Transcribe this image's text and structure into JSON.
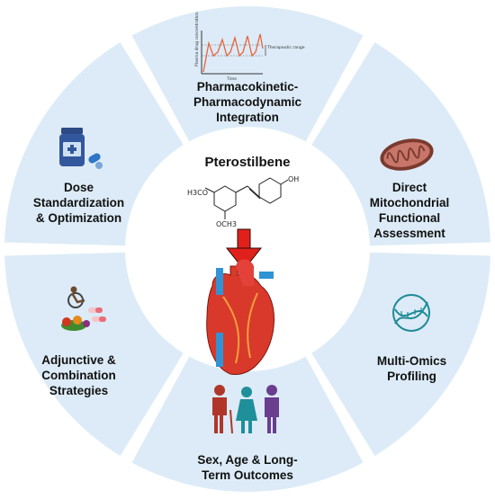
{
  "title": "Pterostilbene",
  "colors": {
    "segment": "#dcebf7",
    "background": "#ffffff",
    "arrow": "#e0211b",
    "heart": "#d8392b",
    "aorta": "#e3413a",
    "vein": "#2f93d6"
  },
  "segments": [
    {
      "label": "Pharmacokinetic-\nPharmacodynamic\nIntegration",
      "icon": "pk-pd-graph-icon"
    },
    {
      "label": "Direct\nMitochondrial\nFunctional\nAssessment",
      "icon": "mitochondrion-icon"
    },
    {
      "label": "Multi-Omics\nProfiling",
      "icon": "dna-helix-icon"
    },
    {
      "label": "Sex, Age & Long-\nTerm Outcomes",
      "icon": "people-icon"
    },
    {
      "label": "Adjunctive &\nCombination\nStrategies",
      "icon": "diet-exercise-icon"
    },
    {
      "label": "Dose\nStandardization\n& Optimization",
      "icon": "pill-bottle-icon"
    }
  ],
  "molecule": {
    "labels": [
      "H3CO",
      "OCH3",
      "OH"
    ],
    "name_icon": "pterostilbene-structure-icon"
  },
  "pk_graph": {
    "y_axis_label": "Plasma drug concentration",
    "x_axis_label": "Time",
    "range_label": "Therapeutic range"
  },
  "center_icon": "heart-icon"
}
